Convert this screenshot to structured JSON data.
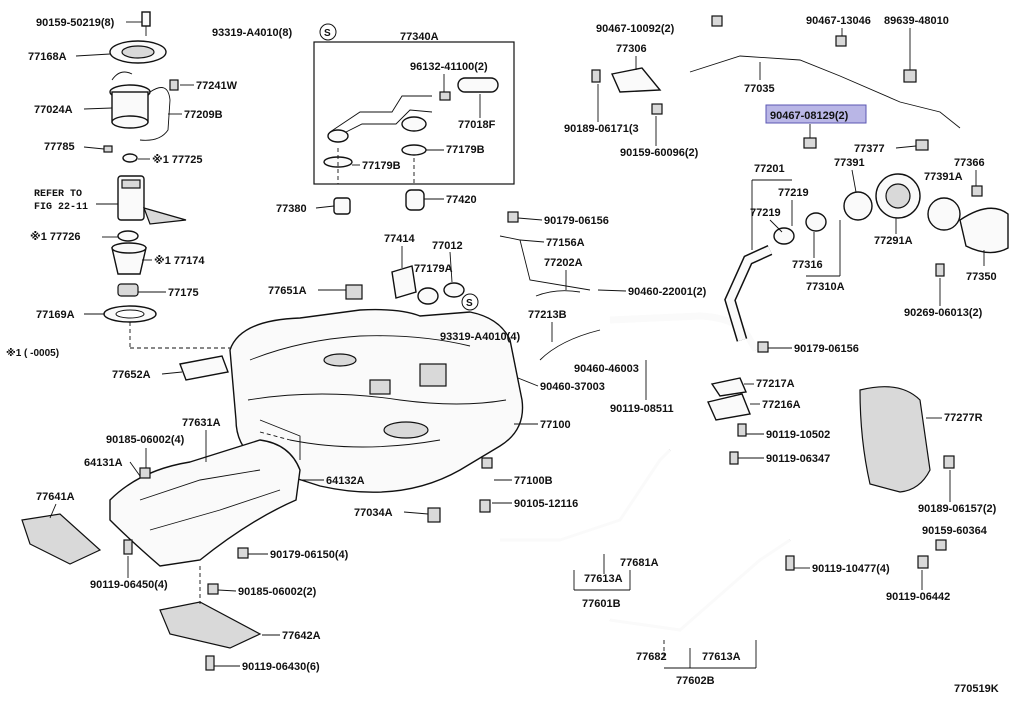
{
  "diagram_id": "770519K",
  "header_note": "※1 (   -0005)",
  "refer_note": [
    "REFER TO",
    "FIG 22-11"
  ],
  "labels": {
    "p90159_50219": "90159-50219(8)",
    "p77168A": "77168A",
    "p77241W": "77241W",
    "p77024A": "77024A",
    "p77209B": "77209B",
    "p77785": "77785",
    "p77725": "※1 77725",
    "p77726": "※1 77726",
    "p77174": "※1 77174",
    "p77175": "77175",
    "p77169A": "77169A",
    "p93319_A4010_8": "93319-A4010(8)",
    "p77340A": "77340A",
    "p96132": "96132-41100(2)",
    "p77018F": "77018F",
    "p77179B_a": "77179B",
    "p77179B_b": "77179B",
    "p77420": "77420",
    "p77380": "77380",
    "p77414": "77414",
    "p77012": "77012",
    "p77179A": "77179A",
    "p77651A": "77651A",
    "p93319_A4010_4": "93319-A4010(4)",
    "p77652A": "77652A",
    "p90179_06156_a": "90179-06156",
    "p77156A": "77156A",
    "p77202A": "77202A",
    "p90460_22001": "90460-22001(2)",
    "p77213B": "77213B",
    "p90460_46003": "90460-46003",
    "p90460_37003": "90460-37003",
    "p90119_08511": "90119-08511",
    "p77100": "77100",
    "p77100B": "77100B",
    "p90105_12116": "90105-12116",
    "p77034A": "77034A",
    "p77631A": "77631A",
    "p90185_06002_4": "90185-06002(4)",
    "p64131A": "64131A",
    "p64132A": "64132A",
    "p77641A": "77641A",
    "p90119_06450": "90119-06450(4)",
    "p90179_06150": "90179-06150(4)",
    "p90185_06002_2": "90185-06002(2)",
    "p77642A": "77642A",
    "p90119_06430": "90119-06430(6)",
    "p90467_10092": "90467-10092(2)",
    "p77306": "77306",
    "p90189_06171": "90189-06171(3",
    "p90159_60096": "90159-60096(2)",
    "p77035": "77035",
    "p90467_13046": "90467-13046",
    "p89639_48010": "89639-48010",
    "p90467_08129": "90467-08129(2)",
    "p77377": "77377",
    "p77201": "77201",
    "p77219_a": "77219",
    "p77219_b": "77219",
    "p77391": "77391",
    "p77366": "77366",
    "p77391A": "77391A",
    "p77291A": "77291A",
    "p77316": "77316",
    "p77310A": "77310A",
    "p77350": "77350",
    "p90269_06013": "90269-06013(2)",
    "p90179_06156_b": "90179-06156",
    "p77217A": "77217A",
    "p77216A": "77216A",
    "p90119_10502": "90119-10502",
    "p90119_06347": "90119-06347",
    "p77277R": "77277R",
    "p90189_06157": "90189-06157(2)",
    "p90159_60364": "90159-60364",
    "p90119_10477": "90119-10477(4)",
    "p90119_06442": "90119-06442",
    "p77681A": "77681A",
    "p77613A_a": "77613A",
    "p77601B": "77601B",
    "p77682": "77682",
    "p77613A_b": "77613A",
    "p77602B": "77602B"
  },
  "circle_marks": [
    "S",
    "S"
  ],
  "colors": {
    "highlight": "#b9b6e6",
    "ink": "#111111"
  }
}
